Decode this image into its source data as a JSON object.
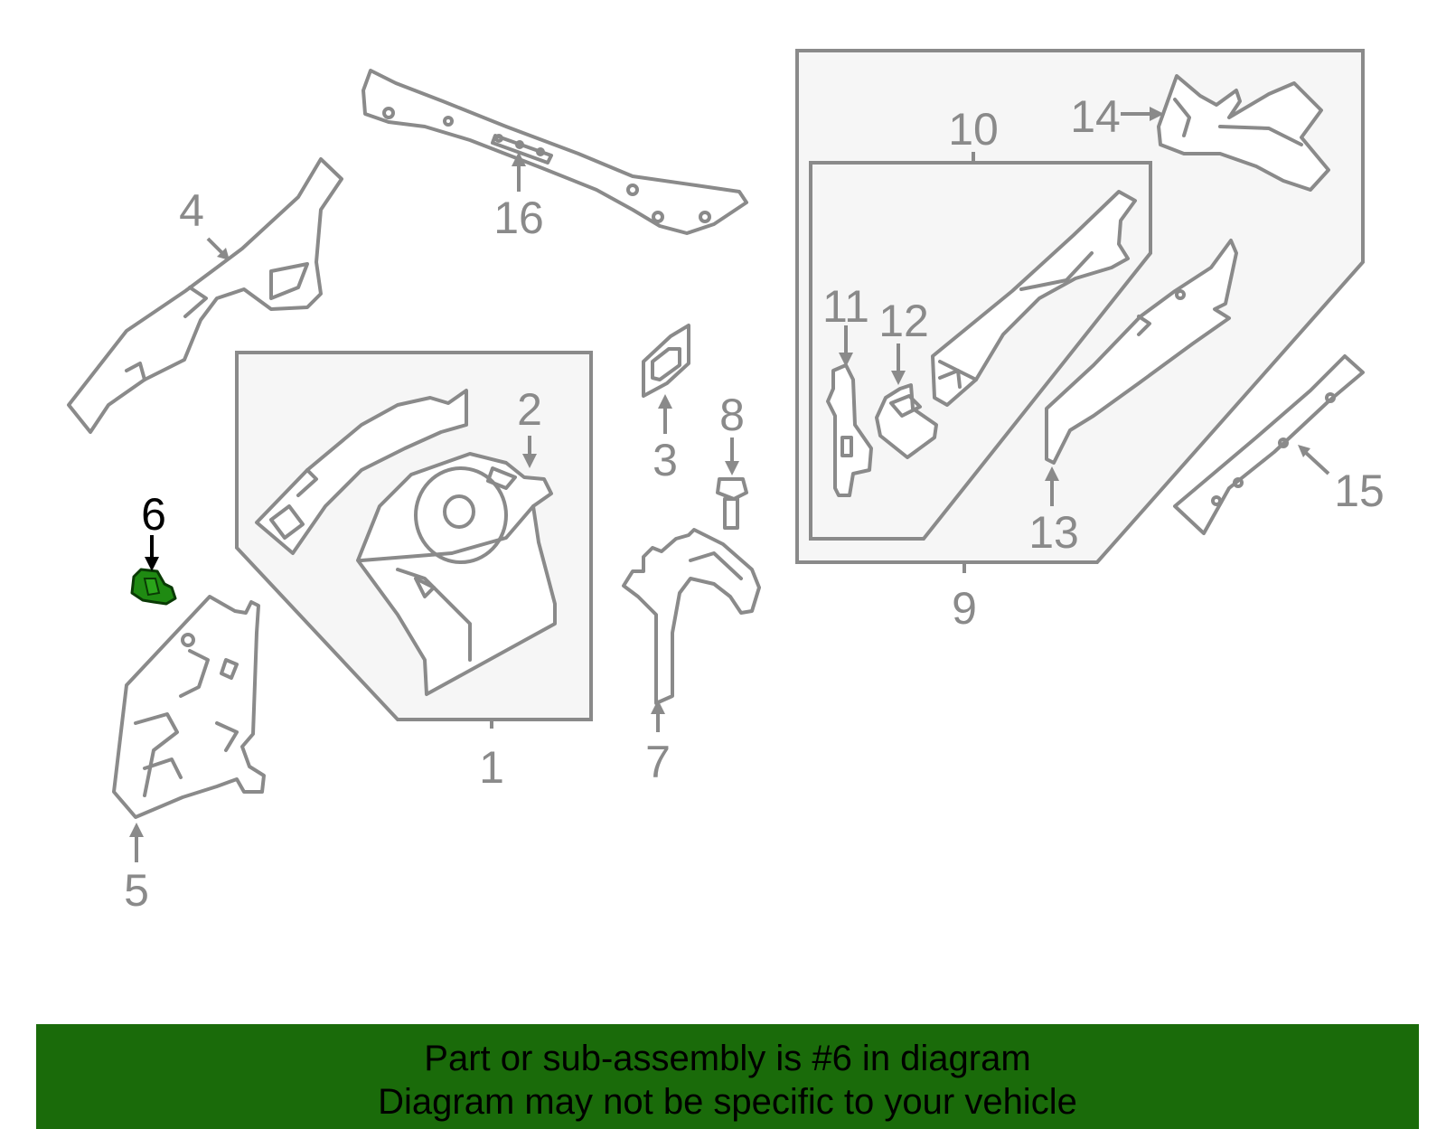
{
  "diagram": {
    "callouts": [
      "1",
      "2",
      "3",
      "4",
      "5",
      "6",
      "7",
      "8",
      "9",
      "10",
      "11",
      "12",
      "13",
      "14",
      "15",
      "16"
    ],
    "highlighted_part": "6",
    "colors": {
      "line": "#8a8a8a",
      "highlight_part": "#1f8a12",
      "highlight_label": "#000000",
      "banner_background": "#1a6b0a"
    }
  },
  "banner": {
    "line1": "Part or sub-assembly is #6 in diagram",
    "line2": "Diagram may not be specific to your vehicle"
  }
}
